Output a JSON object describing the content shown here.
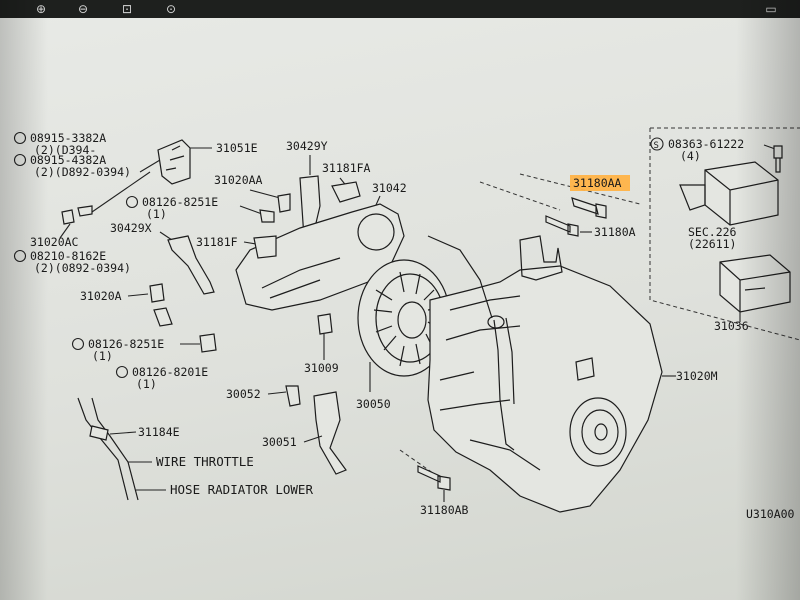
{
  "toolbar": {
    "buttons": [
      {
        "name": "zoom-in-icon",
        "glyph": "⊕"
      },
      {
        "name": "zoom-out-icon",
        "glyph": "⊖"
      },
      {
        "name": "zoom-fit-icon",
        "glyph": "⊡"
      },
      {
        "name": "zoom-reset-icon",
        "glyph": "⊙"
      },
      {
        "name": "vehicle-icon",
        "glyph": "▭"
      }
    ]
  },
  "diagram": {
    "colors": {
      "highlight": "#ffb347",
      "ink": "#1a1a1a",
      "paper": "#e2e4df"
    },
    "labels": {
      "p08915_3382a": "08915-3382A",
      "p08915_3382a_q": "(2)(D394-",
      "p08915_4382a": "08915-4382A",
      "p08915_4382a_q": "(2)(D892-0394)",
      "p31020ac": "31020AC",
      "p08210_8162e": "08210-8162E",
      "p08210_8162e_q": "(2)(0892-0394)",
      "p31051e": "31051E",
      "p30429y": "30429Y",
      "p31181fa": "31181FA",
      "p31020aa": "31020AA",
      "p31042": "31042",
      "p08126_8251e_a": "08126-8251E",
      "p08126_8251e_a_q": "(1)",
      "p30429x": "30429X",
      "p31181f": "31181F",
      "p31020a": "31020A",
      "p08126_8251e_b": "08126-8251E",
      "p08126_8251e_b_q": "(1)",
      "p08126_8201e": "08126-8201E",
      "p08126_8201e_q": "(1)",
      "p31009": "31009",
      "p30052": "30052",
      "p30050": "30050",
      "p31184e": "31184E",
      "p30051": "30051",
      "wire_throttle": "WIRE THROTTLE",
      "hose_radiator_lower": "HOSE RADIATOR LOWER",
      "p31180aa": "31180AA",
      "p31180a": "31180A",
      "p31180ab": "31180AB",
      "p08363_61222": "08363-61222",
      "p08363_61222_q": "(4)",
      "sec226": "SEC.226",
      "sec226_ref": "(22611)",
      "p31036": "31036",
      "p31020m": "31020M",
      "figure_code": "U310A00"
    }
  }
}
